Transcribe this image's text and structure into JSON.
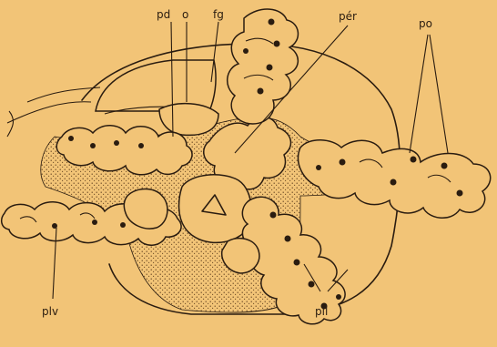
{
  "labels": {
    "pd": "pd",
    "o": "o",
    "fg": "fg",
    "per": "pér",
    "po": "po",
    "plv": "plv",
    "pll": "pll"
  },
  "colors": {
    "paper": "#f2c477",
    "ink": "#2a1c10",
    "stipple": "#d9a85c"
  }
}
